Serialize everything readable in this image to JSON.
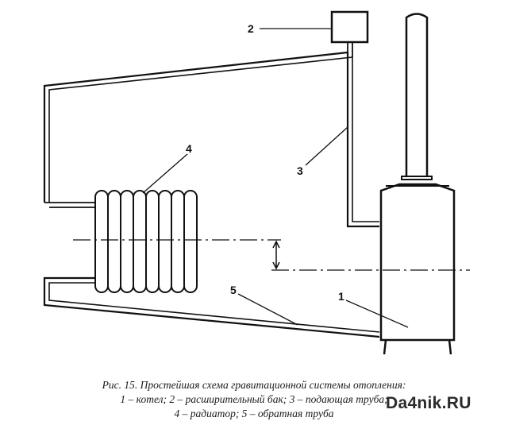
{
  "diagram": {
    "labels": {
      "boiler": "1",
      "expansion_tank": "2",
      "supply_pipe": "3",
      "radiator": "4",
      "return_pipe": "5"
    }
  },
  "caption": {
    "line1": "Рис. 15. Простейшая схема гравитационной системы отопления:",
    "line2": "1 – котел; 2 – расширительный бак; 3 – подающая труба;",
    "line3": "4 – радиатор; 5 – обратная труба"
  },
  "watermark": "Da4nik.RU",
  "colors": {
    "ink": "#111111",
    "background": "#ffffff"
  }
}
